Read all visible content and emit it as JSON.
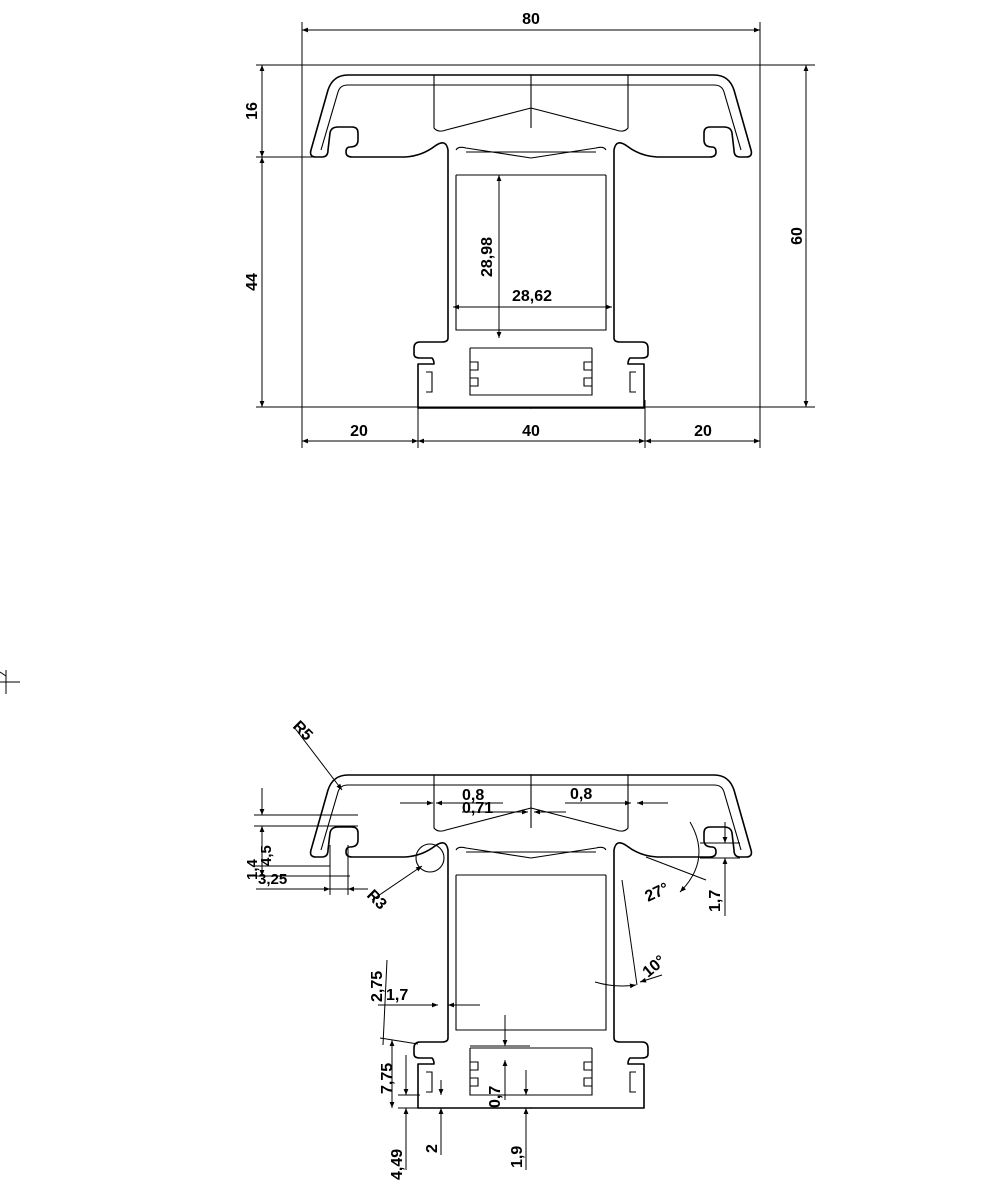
{
  "top_view": {
    "overall_width": "80",
    "overall_height": "60",
    "flange_height": "16",
    "body_height": "44",
    "inner_height": "28,98",
    "inner_width": "28,62",
    "left_segment": "20",
    "center_segment": "40",
    "right_segment": "20"
  },
  "detail_view": {
    "corner_radius": "R5",
    "rib_thickness_left": "0,8",
    "rib_thickness_center": "0,71",
    "rib_thickness_right": "0,8",
    "hook_height": "4,5",
    "hook_offset": "1,4",
    "hook_width": "3,25",
    "groove_radius": "R3",
    "flange_angle": "27°",
    "hook_depth": "1,7",
    "wall_angle": "10°",
    "slot_height": "2,75",
    "wall_thickness": "1,7",
    "foot_height": "7,75",
    "bottom_wall": "0,7",
    "foot_total": "4,49",
    "foot_gap": "2",
    "bottom_offset": "1,9"
  }
}
